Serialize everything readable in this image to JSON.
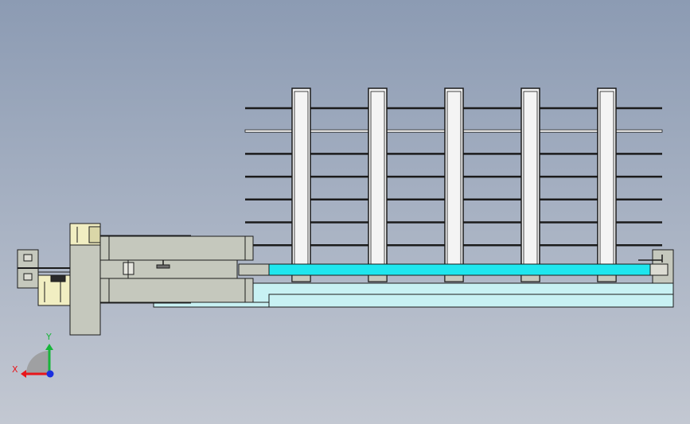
{
  "viewport": {
    "background_top": "#8c9bb3",
    "background_bottom": "#c3c8d2"
  },
  "colors": {
    "outline": "#1b1b1b",
    "part_gray": "#c5c8bd",
    "part_yellow": "#f1eec2",
    "part_white": "#f4f4f4",
    "rail_cyan": "#1fe6ee",
    "base_cyan": "#c8f1f3",
    "axis_x": "#e8161b",
    "axis_y": "#18b53a",
    "axis_z": "#1b2fe0"
  },
  "model": {
    "vertical_posts": 5,
    "horizontal_bars": 8
  },
  "triad": {
    "x_label": "X",
    "y_label": "Y",
    "icons": [
      "x-axis-arrow-icon",
      "y-axis-arrow-icon",
      "z-axis-dot-icon"
    ]
  }
}
